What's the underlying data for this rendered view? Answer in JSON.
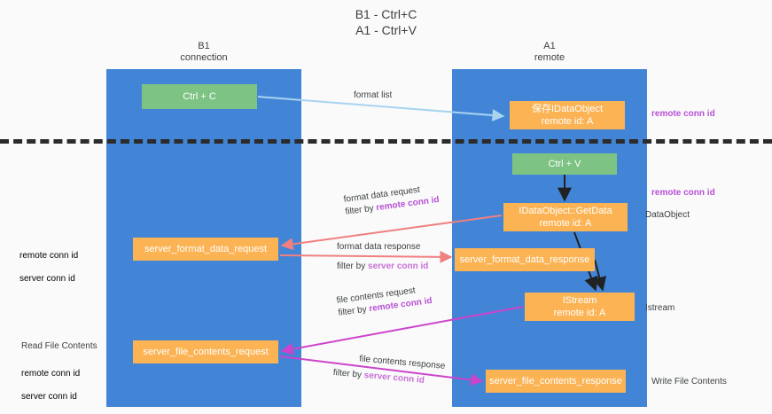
{
  "title": "B1 - Ctrl+C\nA1 - Ctrl+V",
  "lanes": {
    "left": {
      "header": "B1\nconnection",
      "color": "#4285d6"
    },
    "right": {
      "header": "A1\nremote",
      "color": "#4285d6"
    }
  },
  "nodes": {
    "ctrl_c": "Ctrl + C",
    "save_dataobject": "保存IDataObject\nremote id: A",
    "ctrl_v": "Ctrl + V",
    "getdata": "IDataObject::GetData\nremote id: A",
    "server_format_data_request": "server_format_data_request",
    "server_format_data_response": "server_format_data_response",
    "istream": "IStream\nremote id: A",
    "server_file_contents_request": "server_file_contents_request",
    "server_file_contents_response": "server_file_contents_response"
  },
  "edges": {
    "format_list": "format list",
    "format_data_request": "format data request",
    "format_data_request_filter_prefix": "filter by ",
    "format_data_request_filter_key": "remote conn id",
    "format_data_response": "format data response",
    "format_data_response_filter_prefix": "filter by ",
    "format_data_response_filter_key": "server conn id",
    "file_contents_request": "file contents request",
    "file_contents_request_filter_prefix": "filter by ",
    "file_contents_request_filter_key": "remote conn id",
    "file_contents_response": "file contents response",
    "file_contents_response_filter_prefix": "filter by ",
    "file_contents_response_filter_key": "server conn id"
  },
  "annotations": {
    "right_remote_conn_id_top": "remote conn id",
    "right_remote_conn_id_mid": "remote conn id",
    "right_dataobject": "DataObject",
    "right_istream": "Istream",
    "right_write_file_contents": "Write File Contents",
    "left_remote_conn_id": "remote conn id",
    "left_server_conn_id": "server conn id",
    "left_read_file_contents": "Read File Contents",
    "left_remote_conn_id_2": "remote conn id",
    "left_server_conn_id_2": "server conn id"
  },
  "colors": {
    "lane": "#4285d6",
    "green_node": "#7dc383",
    "orange_node": "#fbb354",
    "remote_key": "#b750d6",
    "server_key": "#6dbf74",
    "divider": "#2b2b2b",
    "arrow_blue": "#a8d4f0",
    "arrow_red": "#f08080",
    "arrow_magenta": "#cc44cc",
    "arrow_black": "#202124"
  }
}
